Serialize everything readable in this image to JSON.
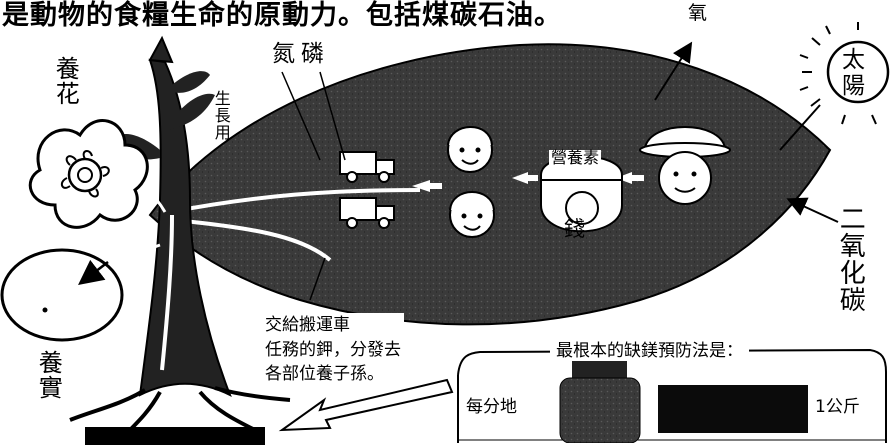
{
  "headline": "是動物的食糧生命的原動力。包括煤碳石油。",
  "oxygen_label": "氧",
  "sun_label": [
    "太",
    "陽"
  ],
  "flower_label": "養花",
  "growth_label": "生長用",
  "nitrogen_phosphorus_label": "氮磷",
  "nutrient_label": "營養素",
  "money_label": "錢",
  "co2_label": "二氧化碳",
  "fruit_label": "養實",
  "instruction_lines": [
    "交給搬運車",
    "任務的鉀，分發去",
    "各部位養子孫。"
  ],
  "prevention_box": {
    "title": "最根本的缺鎂預防法是：",
    "per_area_label": "每分地",
    "amount_label": "1公斤"
  },
  "colors": {
    "leaf_fill": "#3a3a3a",
    "ink": "#000000",
    "paper": "#ffffff"
  },
  "icons": [
    "sun-icon",
    "leaf-icon",
    "plant-icon",
    "flower-icon",
    "fruit-icon",
    "truck-icon",
    "worker-face-icon",
    "farmer-face-icon",
    "coin-icon",
    "bottle-icon",
    "arrow-icon"
  ]
}
